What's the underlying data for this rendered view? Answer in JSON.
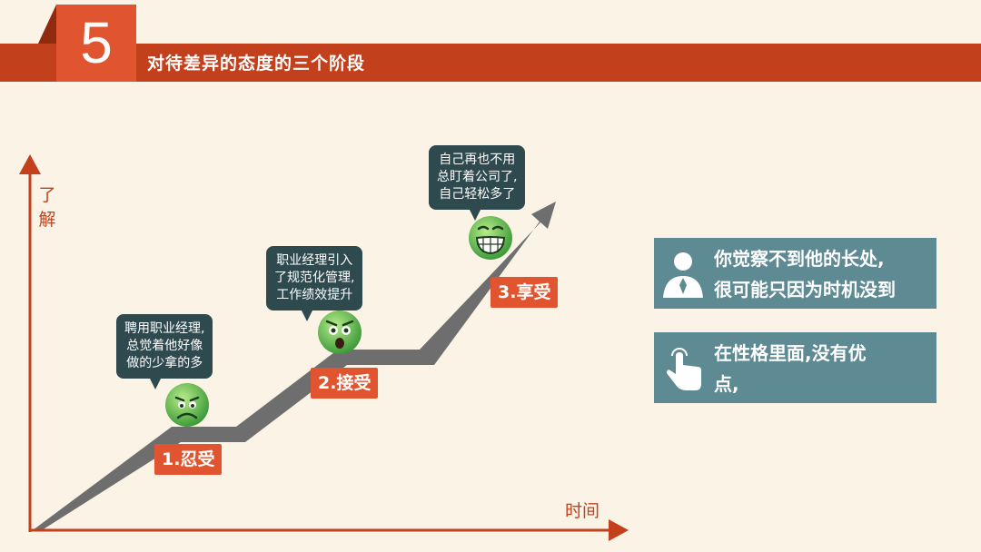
{
  "header": {
    "number": "5",
    "title": "对待差异的态度的三个阶段"
  },
  "axes": {
    "y_label": "了解",
    "x_label": "时间"
  },
  "stages": [
    {
      "label": "1.忍受",
      "face": "worried-face",
      "bubble": [
        "聘用职业经理,",
        "总觉着他好像",
        "做的少拿的多"
      ]
    },
    {
      "label": "2.接受",
      "face": "surprised-face",
      "bubble": [
        "职业经理引入",
        "了规范化管理,",
        "工作绩效提升"
      ]
    },
    {
      "label": "3.享受",
      "face": "grinning-face",
      "bubble": [
        "自己再也不用",
        "总盯着公司了,",
        "自己轻松多了"
      ]
    }
  ],
  "info_boxes": [
    {
      "icon": "person-icon",
      "lines": [
        "你觉察不到他的长处,",
        "很可能只因为时机没到"
      ]
    },
    {
      "icon": "pointing-hand-icon",
      "lines": [
        "在性格里面,没有优",
        "点,"
      ]
    }
  ],
  "colors": {
    "accent": "#c2411c",
    "accent_light": "#e05530",
    "arrow": "#6e6e6e",
    "bubble": "#2e4a4f",
    "info": "#5d8a93",
    "background": "#fbf3e6"
  }
}
